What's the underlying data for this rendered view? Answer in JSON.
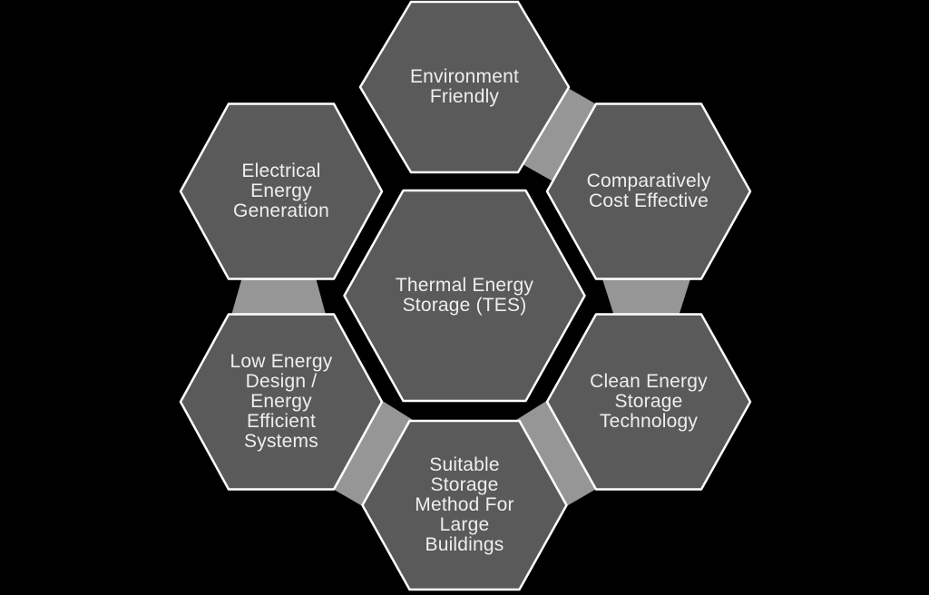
{
  "diagram": {
    "type": "hexagon-cluster",
    "background_color": "#000000",
    "hexagon_fill": "#5a5a5a",
    "hexagon_border_color": "#ffffff",
    "connector_fill": "#969696",
    "text_color": "#eeeeee",
    "center": {
      "id": "thermal-energy-storage",
      "label": "Thermal Energy\nStorage (TES)"
    },
    "nodes": [
      {
        "id": "environment-friendly",
        "label": "Environment\nFriendly"
      },
      {
        "id": "comparatively-cost-effective",
        "label": "Comparatively\nCost Effective"
      },
      {
        "id": "clean-energy-storage-technology",
        "label": "Clean Energy\nStorage\nTechnology"
      },
      {
        "id": "suitable-storage-method",
        "label": "Suitable\nStorage\nMethod For\nLarge\nBuildings"
      },
      {
        "id": "low-energy-design",
        "label": "Low Energy\nDesign /\nEnergy\nEfficient\nSystems"
      },
      {
        "id": "electrical-energy-generation",
        "label": "Electrical\nEnergy\nGeneration"
      }
    ],
    "connectors": [
      {
        "from": "environment-friendly",
        "to": "comparatively-cost-effective"
      },
      {
        "from": "electrical-energy-generation",
        "to": "low-energy-design"
      },
      {
        "from": "comparatively-cost-effective",
        "to": "clean-energy-storage-technology"
      },
      {
        "from": "low-energy-design",
        "to": "suitable-storage-method"
      },
      {
        "from": "clean-energy-storage-technology",
        "to": "suitable-storage-method"
      }
    ]
  }
}
